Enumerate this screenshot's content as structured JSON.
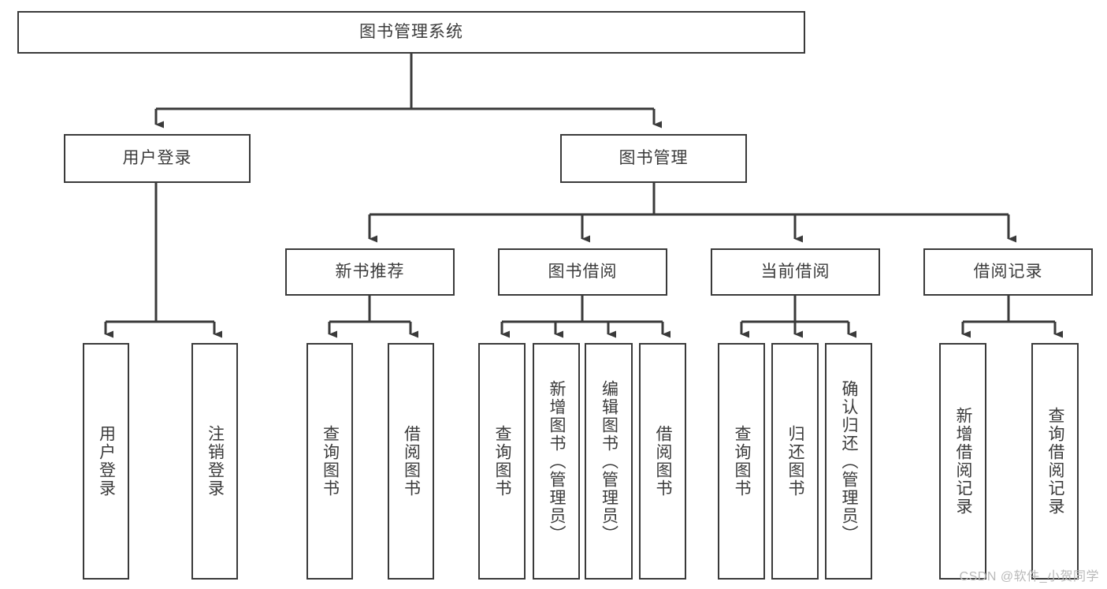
{
  "diagram": {
    "title": "图书管理系统",
    "type": "tree-hierarchy",
    "stroke_color": "#3a3a3a",
    "text_color": "#3b3b3b",
    "background_color": "#ffffff"
  },
  "root": {
    "label": "图书管理系统"
  },
  "level1": [
    {
      "label": "用户登录"
    },
    {
      "label": "图书管理"
    }
  ],
  "level2": [
    {
      "label": "新书推荐"
    },
    {
      "label": "图书借阅"
    },
    {
      "label": "当前借阅"
    },
    {
      "label": "借阅记录"
    }
  ],
  "leaves": {
    "user_login": [
      {
        "label": "用户登录"
      },
      {
        "label": "注销登录"
      }
    ],
    "new_book_recommend": [
      {
        "label": "查询图书"
      },
      {
        "label": "借阅图书"
      }
    ],
    "book_borrow": [
      {
        "label": "查询图书"
      },
      {
        "label": "新增图书（管理员）"
      },
      {
        "label": "编辑图书（管理员）"
      },
      {
        "label": "借阅图书"
      }
    ],
    "current_borrow": [
      {
        "label": "查询图书"
      },
      {
        "label": "归还图书"
      },
      {
        "label": "确认归还（管理员）"
      }
    ],
    "borrow_records": [
      {
        "label": "新增借阅记录"
      },
      {
        "label": "查询借阅记录"
      }
    ]
  },
  "watermark": {
    "text": "CSDN @软件_小贺同学"
  }
}
